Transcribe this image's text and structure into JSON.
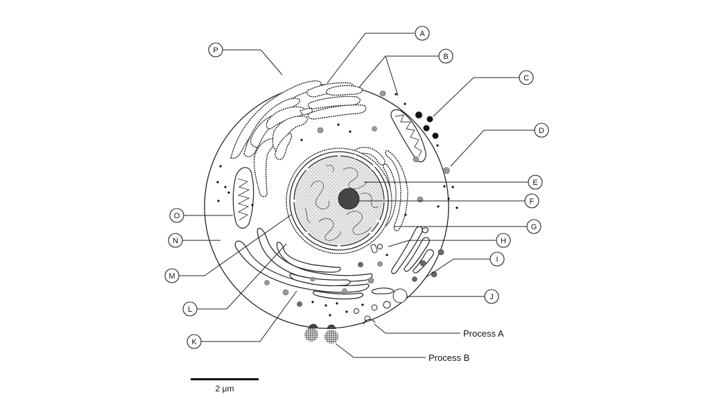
{
  "labels": {
    "A": "A",
    "B": "B",
    "C": "C",
    "D": "D",
    "E": "E",
    "F": "F",
    "G": "G",
    "H": "H",
    "I": "I",
    "J": "J",
    "K": "K",
    "L": "L",
    "M": "M",
    "N": "N",
    "O": "O",
    "P": "P"
  },
  "process_a": "Process A",
  "process_b": "Process B",
  "scale_bar": "2 μm",
  "colors": {
    "line": "#222222",
    "nucleoplasm": "#e6e6e6",
    "nucleolus": "#2a2a2a",
    "vesicle_grey": "#9a9a9a",
    "granule_black": "#111111"
  }
}
